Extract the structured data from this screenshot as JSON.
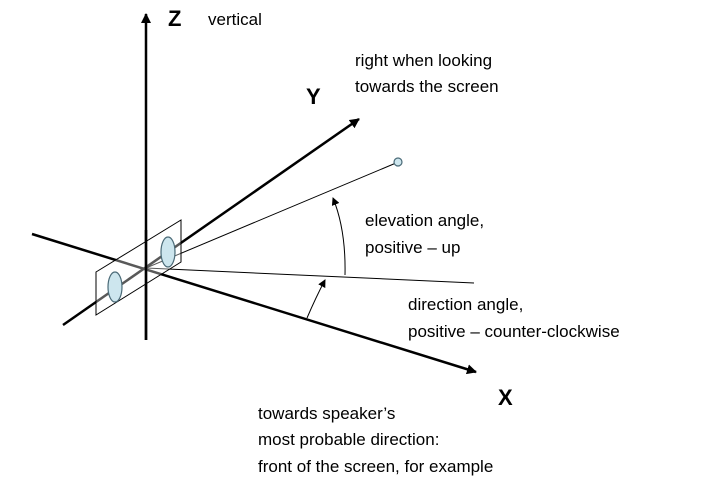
{
  "axes": {
    "z": {
      "letter": "Z",
      "note": "vertical"
    },
    "y": {
      "letter": "Y",
      "note_lines": [
        "right when looking",
        "towards the screen"
      ]
    },
    "x": {
      "letter": "X",
      "note_lines": [
        "towards speaker’s",
        "most probable direction:",
        "front of the screen, for example"
      ]
    }
  },
  "angles": {
    "elevation": {
      "lines": [
        "elevation angle,",
        "positive – up"
      ]
    },
    "direction": {
      "lines": [
        "direction angle,",
        "positive – counter-clockwise"
      ]
    }
  },
  "colors": {
    "line": "#000000",
    "microphone_fill": "#cde6ee",
    "microphone_stroke": "#4a6a77",
    "target_fill": "#cde6ee"
  }
}
